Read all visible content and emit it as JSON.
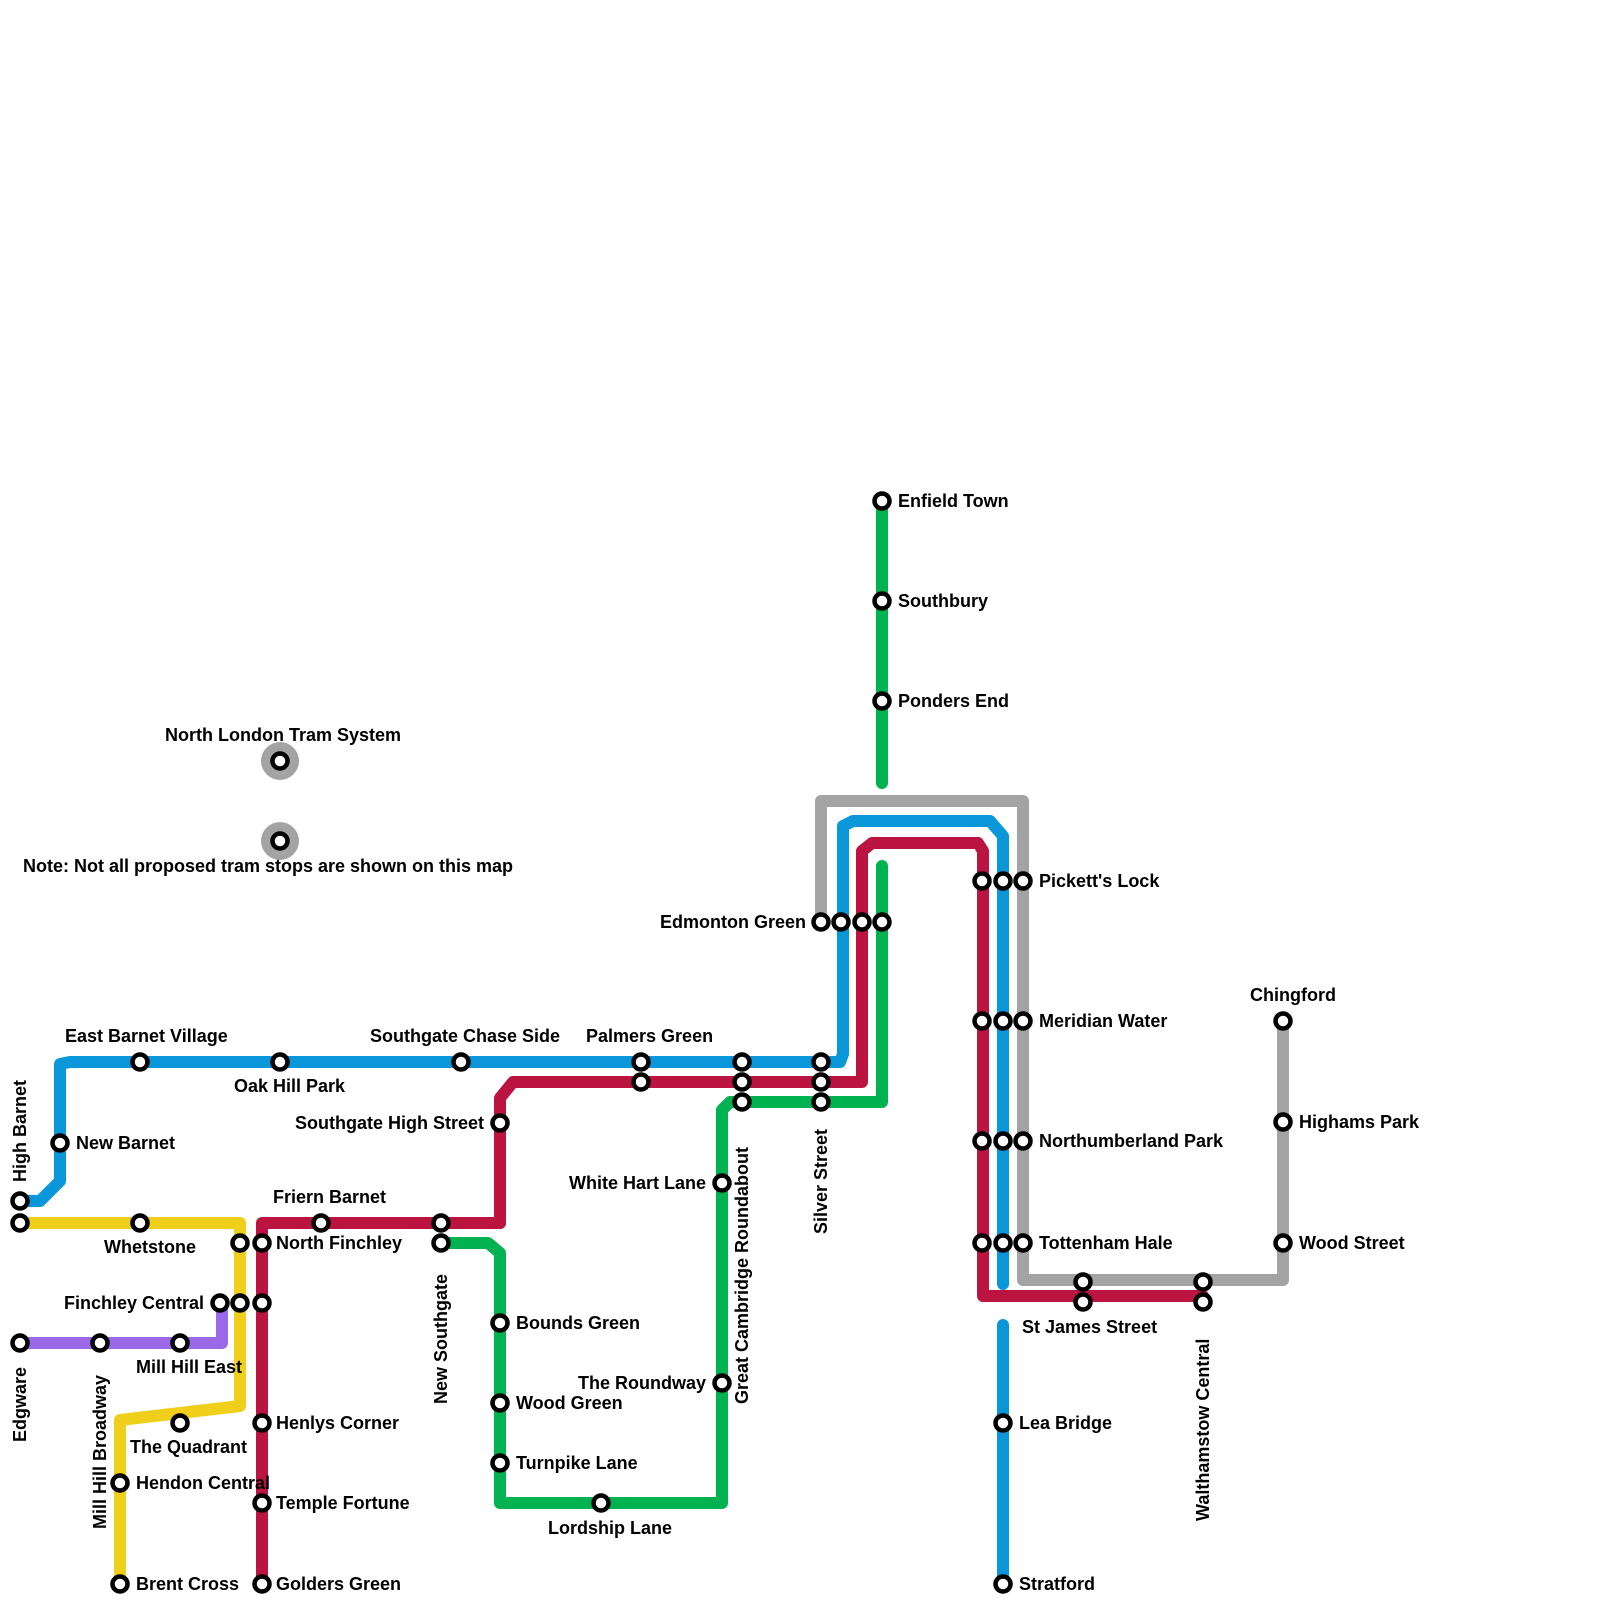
{
  "colors": {
    "blue": "#0a97d9",
    "red": "#bc1440",
    "green": "#00b250",
    "yellow": "#f0cf1a",
    "purple": "#9b68e8",
    "grey": "#a3a3a3"
  },
  "legend": {
    "title": "North London Tram System",
    "note": "Note: Not all proposed tram stops are shown on this map"
  },
  "lines": [
    {
      "id": "blue",
      "color": "blue"
    },
    {
      "id": "red",
      "color": "red"
    },
    {
      "id": "green",
      "color": "green"
    },
    {
      "id": "yellow",
      "color": "yellow"
    },
    {
      "id": "purple",
      "color": "purple"
    },
    {
      "id": "grey",
      "color": "grey"
    }
  ],
  "stations": [
    {
      "id": "high-barnet",
      "label": "High Barnet"
    },
    {
      "id": "new-barnet",
      "label": "New Barnet"
    },
    {
      "id": "east-barnet-village",
      "label": "East Barnet Village"
    },
    {
      "id": "oak-hill-park",
      "label": "Oak Hill Park"
    },
    {
      "id": "southgate-chase-side",
      "label": "Southgate Chase Side"
    },
    {
      "id": "palmers-green",
      "label": "Palmers Green"
    },
    {
      "id": "great-cambridge-roundabout",
      "label": "Great Cambridge Roundabout"
    },
    {
      "id": "silver-street",
      "label": "Silver Street"
    },
    {
      "id": "edmonton-green",
      "label": "Edmonton Green"
    },
    {
      "id": "enfield-town",
      "label": "Enfield Town"
    },
    {
      "id": "southbury",
      "label": "Southbury"
    },
    {
      "id": "ponders-end",
      "label": "Ponders End"
    },
    {
      "id": "picketts-lock",
      "label": "Pickett's Lock"
    },
    {
      "id": "meridian-water",
      "label": "Meridian Water"
    },
    {
      "id": "northumberland-park",
      "label": "Northumberland Park"
    },
    {
      "id": "tottenham-hale",
      "label": "Tottenham Hale"
    },
    {
      "id": "st-james-street",
      "label": "St James Street"
    },
    {
      "id": "walthamstow-central",
      "label": "Walthamstow Central"
    },
    {
      "id": "chingford",
      "label": "Chingford"
    },
    {
      "id": "highams-park",
      "label": "Highams Park"
    },
    {
      "id": "wood-street",
      "label": "Wood Street"
    },
    {
      "id": "lea-bridge",
      "label": "Lea Bridge"
    },
    {
      "id": "stratford",
      "label": "Stratford"
    },
    {
      "id": "southgate-high-street",
      "label": "Southgate High Street"
    },
    {
      "id": "white-hart-lane",
      "label": "White Hart Lane"
    },
    {
      "id": "the-roundway",
      "label": "The Roundway"
    },
    {
      "id": "lordship-lane",
      "label": "Lordship Lane"
    },
    {
      "id": "turnpike-lane",
      "label": "Turnpike Lane"
    },
    {
      "id": "wood-green",
      "label": "Wood Green"
    },
    {
      "id": "bounds-green",
      "label": "Bounds Green"
    },
    {
      "id": "new-southgate",
      "label": "New Southgate"
    },
    {
      "id": "friern-barnet",
      "label": "Friern Barnet"
    },
    {
      "id": "north-finchley",
      "label": "North Finchley"
    },
    {
      "id": "whetstone",
      "label": "Whetstone"
    },
    {
      "id": "finchley-central",
      "label": "Finchley Central"
    },
    {
      "id": "mill-hill-east",
      "label": "Mill Hill East"
    },
    {
      "id": "mill-hill-broadway",
      "label": "Mill Hill Broadway"
    },
    {
      "id": "edgware",
      "label": "Edgware"
    },
    {
      "id": "the-quadrant",
      "label": "The Quadrant"
    },
    {
      "id": "hendon-central",
      "label": "Hendon Central"
    },
    {
      "id": "brent-cross",
      "label": "Brent Cross"
    },
    {
      "id": "henlys-corner",
      "label": "Henlys Corner"
    },
    {
      "id": "temple-fortune",
      "label": "Temple Fortune"
    },
    {
      "id": "golders-green",
      "label": "Golders Green"
    }
  ]
}
